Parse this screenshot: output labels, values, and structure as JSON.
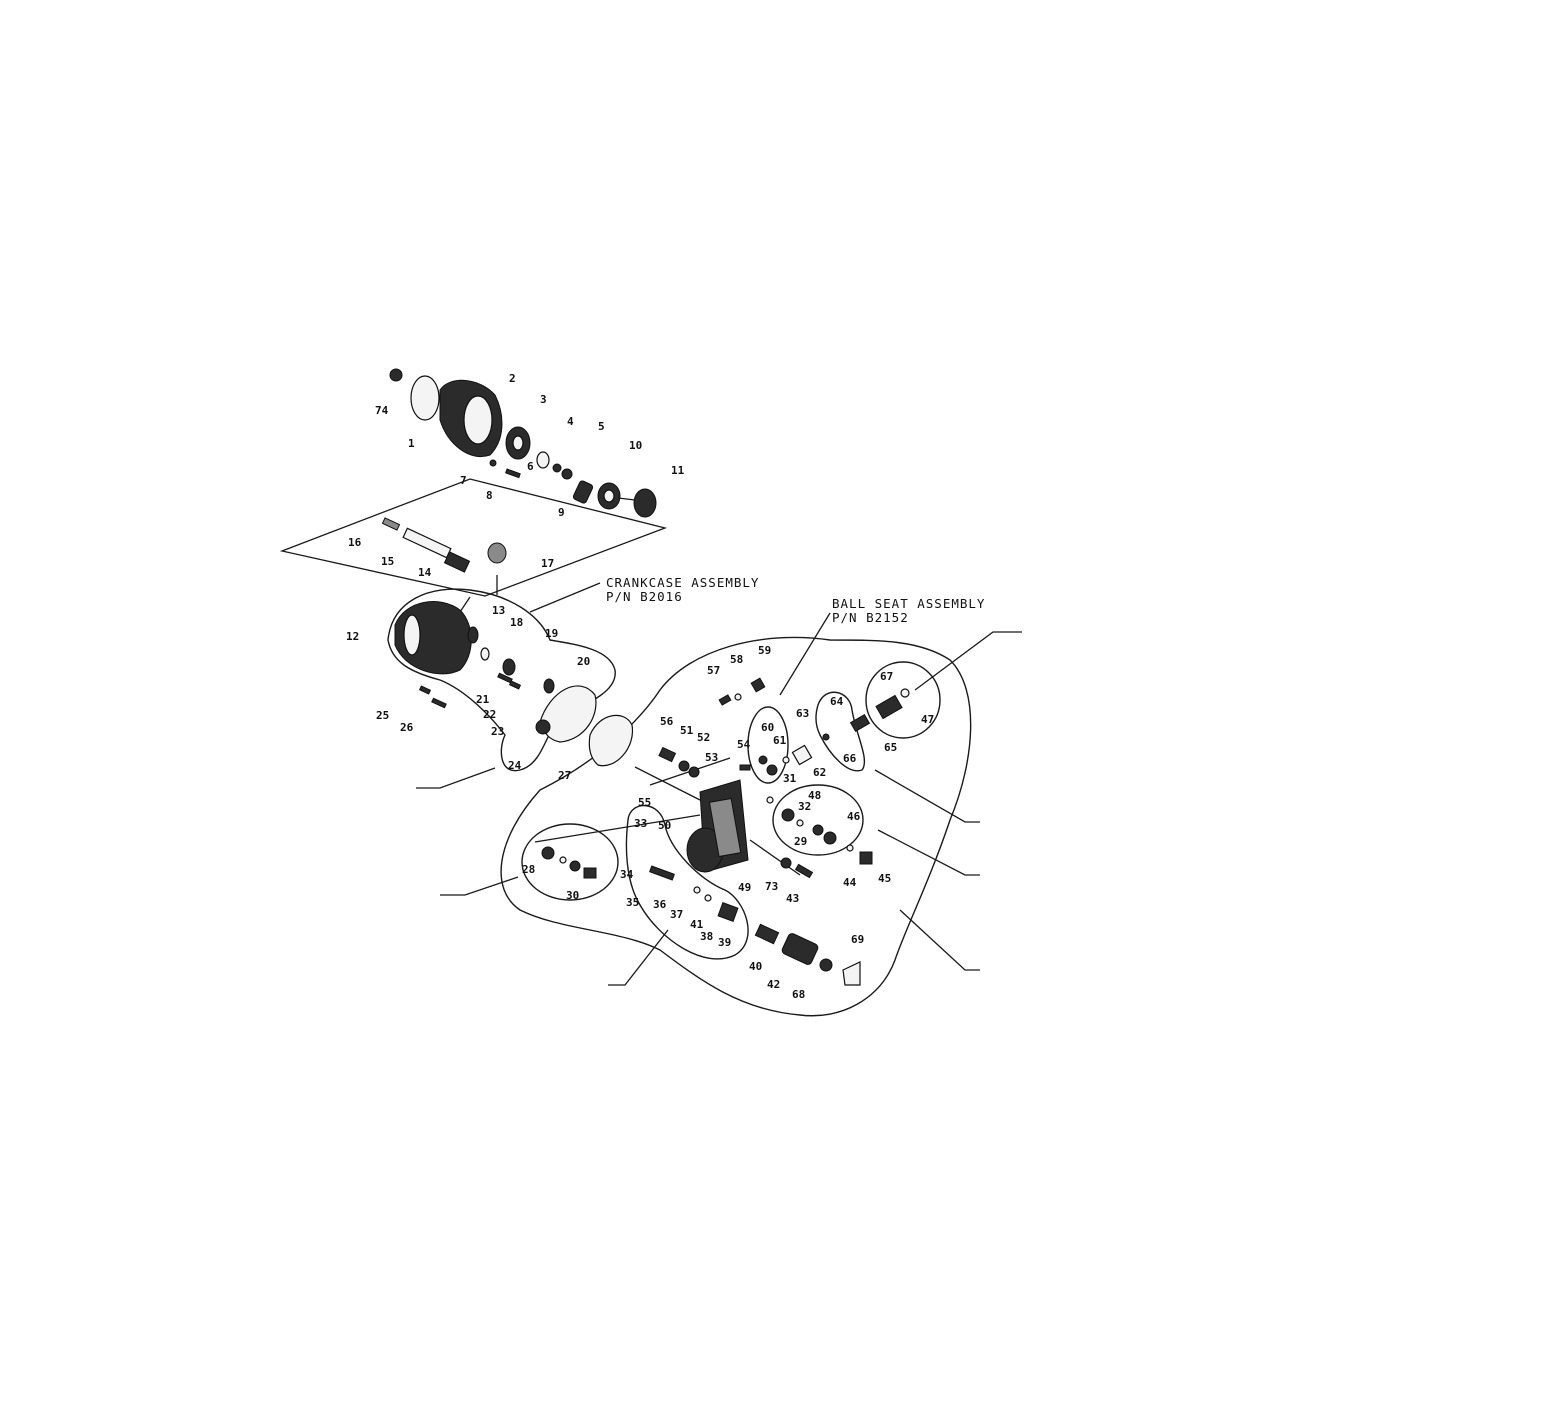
{
  "assemblies": {
    "crankcase": {
      "line1": "CRANKCASE ASSEMBLY",
      "line2": "P/N  B2016"
    },
    "ball_seat": {
      "line1": "BALL SEAT ASSEMBLY",
      "line2": "P/N  B2152"
    }
  },
  "callouts": [
    "74",
    "1",
    "2",
    "3",
    "4",
    "5",
    "6",
    "7",
    "8",
    "9",
    "10",
    "11",
    "16",
    "15",
    "14",
    "17",
    "12",
    "13",
    "18",
    "19",
    "20",
    "21",
    "22",
    "23",
    "25",
    "26",
    "24",
    "27",
    "56",
    "51",
    "52",
    "53",
    "54",
    "55",
    "50",
    "49",
    "57",
    "58",
    "59",
    "60",
    "61",
    "62",
    "63",
    "64",
    "65",
    "66",
    "67",
    "47",
    "31",
    "48",
    "32",
    "46",
    "29",
    "73",
    "43",
    "44",
    "45",
    "33",
    "34",
    "35",
    "36",
    "37",
    "41",
    "38",
    "39",
    "40",
    "42",
    "68",
    "69",
    "28",
    "30"
  ]
}
